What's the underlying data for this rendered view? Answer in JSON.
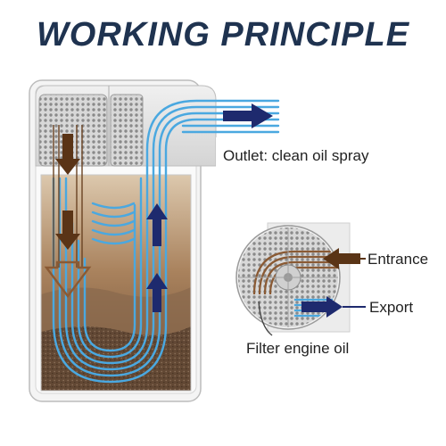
{
  "title": "WORKING PRINCIPLE",
  "labels": {
    "outlet": "Outlet: clean oil spray",
    "entrance": "Entrance",
    "export": "Export",
    "filter": "Filter engine oil"
  },
  "colors": {
    "title": "#1f3350",
    "flow_blue": "#4aa8e0",
    "arrow_navy": "#1e2a6e",
    "arrow_brown": "#5a3416",
    "oil_brown": "#7a5a3e",
    "label_text": "#222222"
  }
}
